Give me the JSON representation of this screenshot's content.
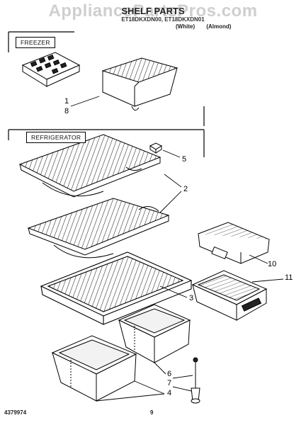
{
  "header": {
    "watermark": "AppliancePartsPros.com",
    "title": "SHELF PARTS",
    "models": "ET18DKXDN00, ET18DKXDN01",
    "variants": [
      "(White)",
      "(Almond)"
    ]
  },
  "sections": {
    "freezer": "FREEZER",
    "refrigerator": "REFRIGERATOR"
  },
  "callouts": {
    "c1": "1",
    "c8": "8",
    "c5": "5",
    "c2": "2",
    "c10": "10",
    "c11": "11",
    "c3": "3",
    "c6": "6",
    "c7": "7",
    "c4": "4"
  },
  "footer": {
    "part_number": "4379974",
    "page": "9"
  }
}
